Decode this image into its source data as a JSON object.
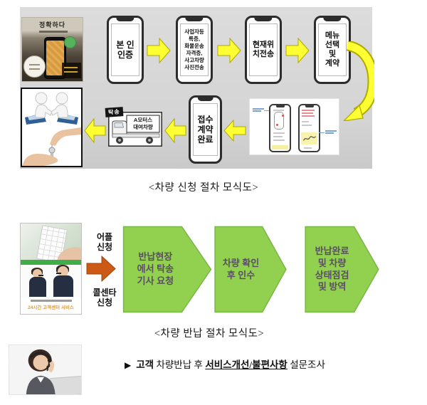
{
  "apply_flow": {
    "promo_title": "정확하다",
    "steps": [
      {
        "label": "본 인\n인증"
      },
      {
        "label": "사업자등\n록증,\n화물운송\n자격증,\n사고차량\n사진전송"
      },
      {
        "label": "현재위\n치전송"
      },
      {
        "label": "메뉴\n선택\n및\n계약"
      },
      {
        "label": "접수\n계약\n완료"
      }
    ],
    "truck_badge": "탁송",
    "truck_label": "A모터스\n대여차량",
    "caption": "<차량 신청 절차 모식도>"
  },
  "return_flow": {
    "app_request": "어플\n신청",
    "call_request": "콜센타\n신청",
    "promo_caption": "24시간 고객센터 서비스",
    "steps": [
      {
        "label": "반납현장\n에서 탁송\n기사 요청"
      },
      {
        "label": "차량 확인\n후 인수"
      },
      {
        "label": "반납완료\n및 차량\n상태점검\n및 방역"
      }
    ],
    "caption": "<차량 반납 절차 모식도>"
  },
  "survey": {
    "bullet": "▶",
    "bold_lead": "고객",
    "mid": " 차량반납 후 ",
    "underlined": "서비스개선/불편사항",
    "tail": " 설문조사"
  },
  "colors": {
    "panel_gray": "#d9d9d9",
    "arrow_yellow": "#feff33",
    "arrow_outline": "#b0aa00",
    "arrow_orange": "#cc5a14",
    "chevron_green": "#92d050",
    "chevron_border": "#7ab648",
    "chevron_text": "#5a4d66"
  }
}
